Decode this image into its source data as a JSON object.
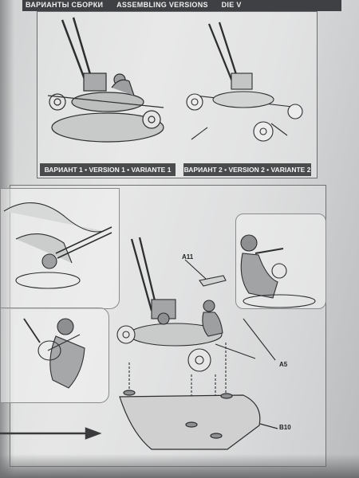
{
  "header": {
    "ru": "ВАРИАНТЫ СБОРКИ",
    "en": "ASSEMBLING VERSIONS",
    "de": "DIE V"
  },
  "versions": [
    {
      "caption": "ВАРИАНТ 1 • VERSION 1 • VARIANTE 1"
    },
    {
      "caption": "ВАРИАНТ 2 • VERSION 2 • VARIANTE 2"
    }
  ],
  "part_labels": {
    "a11": "A11",
    "a5": "A5",
    "b10": "B10"
  },
  "colors": {
    "paper": "#dfe0df",
    "ink": "#2b2c2e",
    "caption_bg": "#4a4b4d"
  }
}
